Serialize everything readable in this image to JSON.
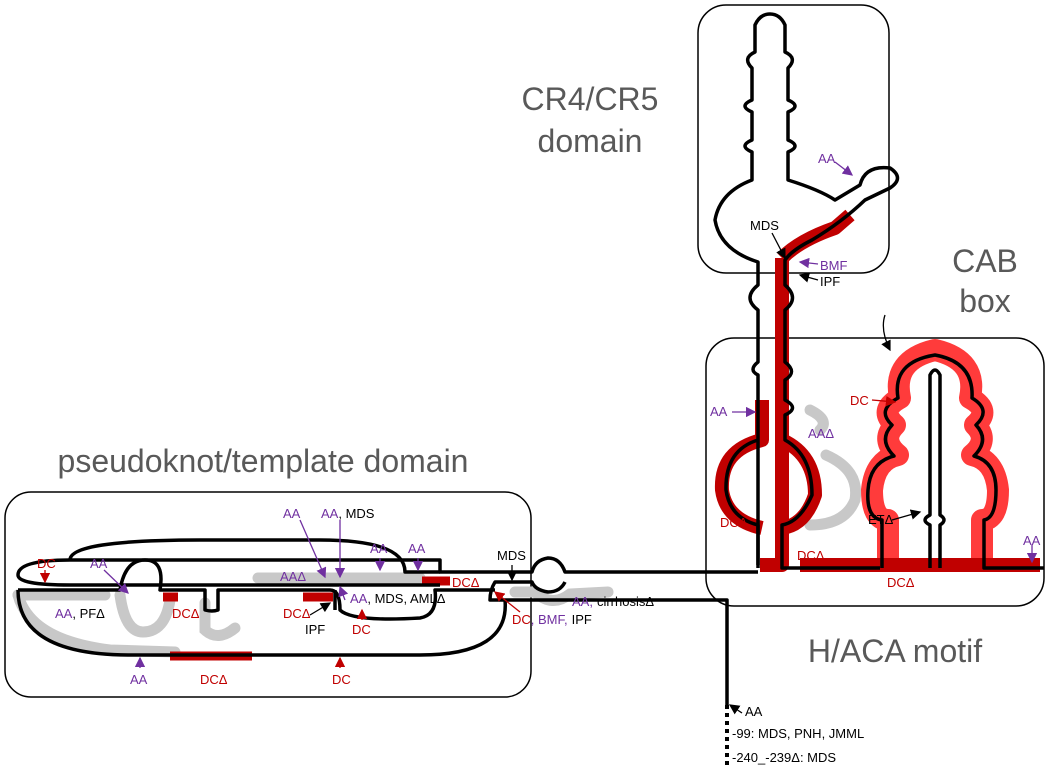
{
  "domains": {
    "cr4_cr5_line1": "CR4/CR5",
    "cr4_cr5_line2": "domain",
    "cab_line1": "CAB",
    "cab_line2": "box",
    "pseudoknot": "pseudoknot/template domain",
    "haca": "H/ACA motif"
  },
  "annotations": {
    "aa_cr45": "AA",
    "mds_cr45": "MDS",
    "bmf": "BMF",
    "ipf_cr45": "IPF",
    "aa_haca_left": "AA",
    "aaa_haca": "AAΔ",
    "dcd_haca_left": "DCΔ",
    "dc_cab": "DC",
    "et_cab": "ETΔ",
    "dcd_haca_mid": "DCΔ",
    "dcd_haca_bottom": "DCΔ",
    "aa_haca_right": "AA",
    "dc_pk_left": "DC",
    "aa_pk_left": "AA",
    "aa_pfd": "AA",
    "pfd": ", PFΔ",
    "dcd_pk_small": "DCΔ",
    "aa_top1": "AA",
    "aa_top2": "AA",
    "mds_top": ", MDS",
    "aa_top3": "AA",
    "aa_top4": "AA",
    "aaa_pk": "AAΔ",
    "dcd_pk_mid": "DCΔ",
    "aa_amld": "AA",
    "mds_amld": ", MDS, AMLΔ",
    "ipf_pk": "IPF",
    "dc_pk_mid": "DC",
    "dcd_pk_right": "DCΔ",
    "mds_junction": "MDS",
    "aa_cirr": "AA,",
    "cirrhosis": "cirrhosisΔ",
    "dc_bmf_ipf_dc": "DC",
    "dc_bmf_ipf_bmf": ", BMF,",
    "dc_bmf_ipf_ipf": "IPF",
    "aa_pk_bottom": "AA",
    "dcd_pk_bottom": "DCΔ",
    "dc_pk_bottom": "DC",
    "aa_tail": "AA",
    "tail_99": "-99: MDS, PNH, JMML",
    "tail_240": "-240_-239Δ: MDS"
  },
  "colors": {
    "line": "#000000",
    "mutation_red": "#c00000",
    "cab_glow": "#ff3b3b",
    "gray_shade": "#c8c8c8",
    "purple_label": "#7030a0",
    "title_gray": "#595959"
  }
}
